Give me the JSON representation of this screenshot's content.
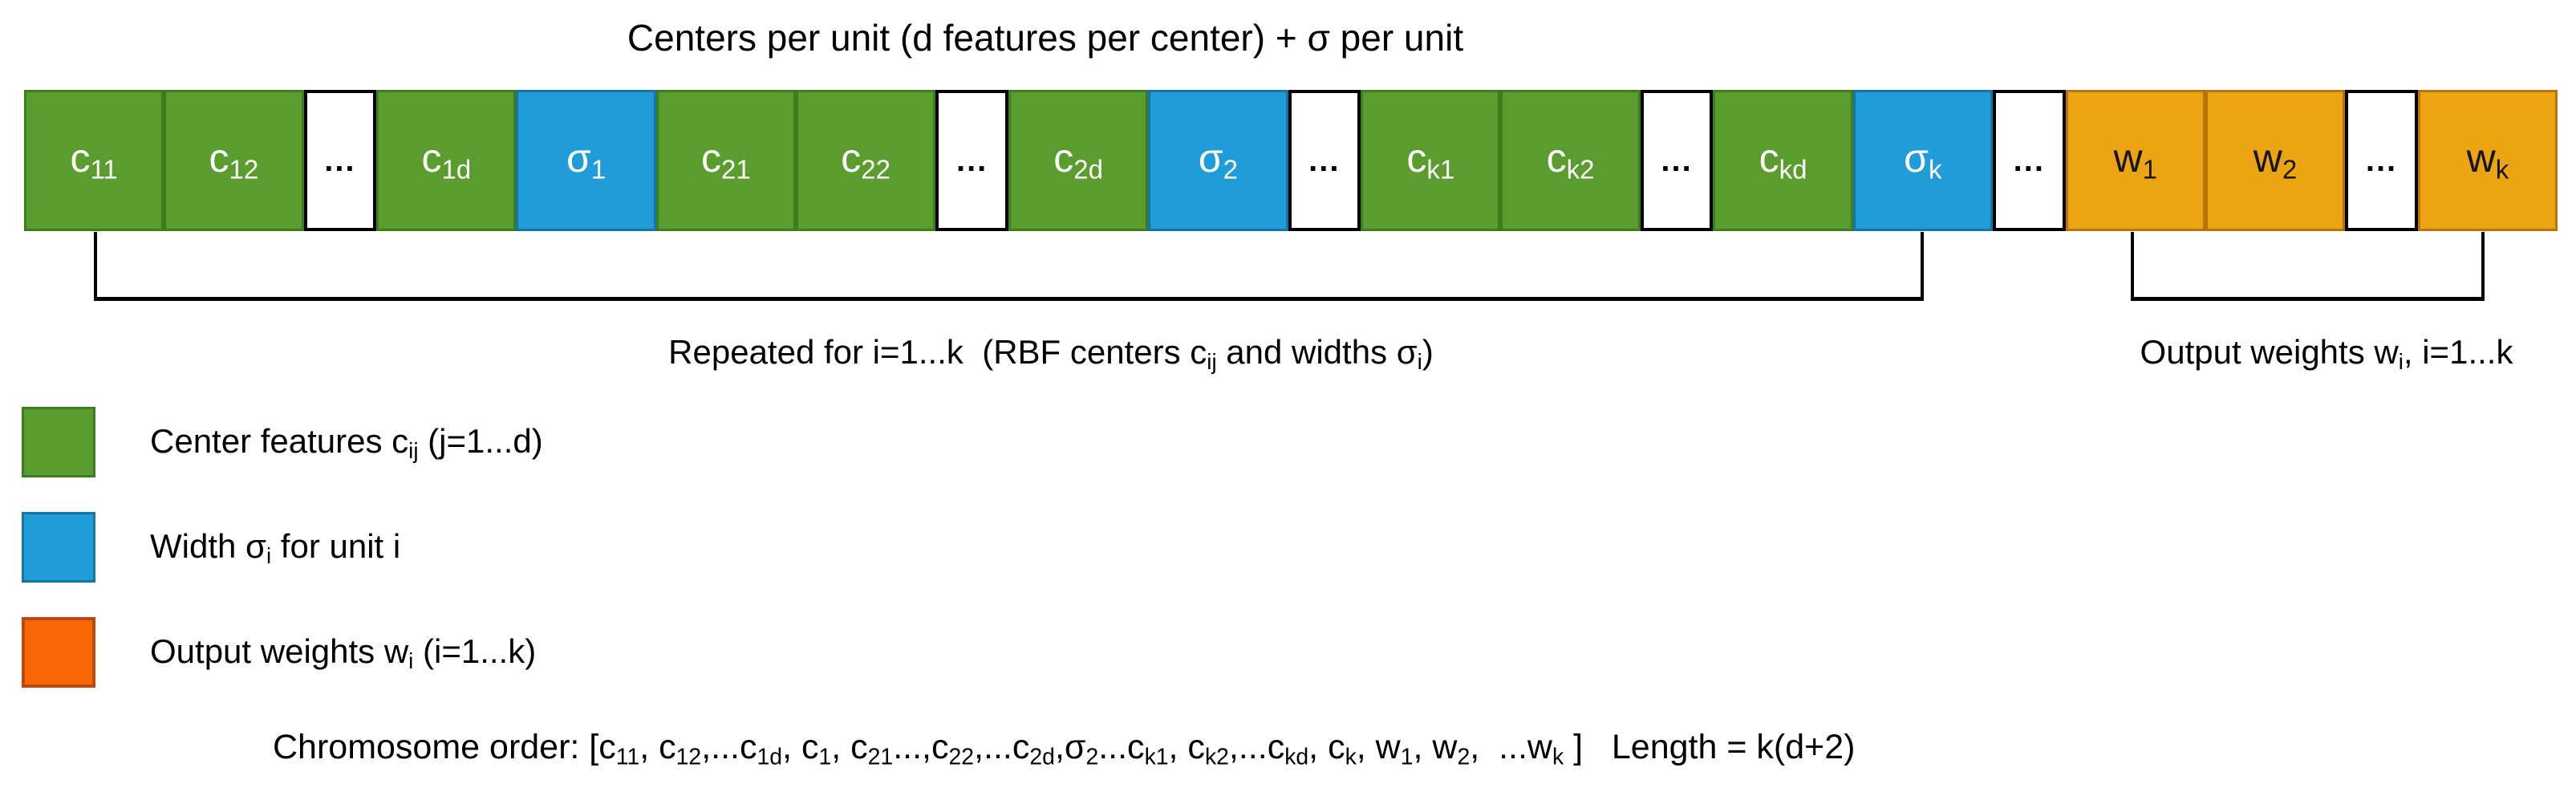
{
  "title": "Centers per unit (d features per center) + σ per unit",
  "strip": {
    "cells": [
      {
        "type": "center",
        "label": [
          {
            "t": "c",
            "s": "11"
          }
        ]
      },
      {
        "type": "center",
        "label": [
          {
            "t": "c",
            "s": "12"
          }
        ]
      },
      {
        "type": "dots",
        "label": [
          {
            "t": "..."
          }
        ]
      },
      {
        "type": "center",
        "label": [
          {
            "t": "c",
            "s": "1d"
          }
        ]
      },
      {
        "type": "sigma",
        "label": [
          {
            "t": "σ",
            "s": "1"
          }
        ]
      },
      {
        "type": "center",
        "label": [
          {
            "t": "c",
            "s": "21"
          }
        ]
      },
      {
        "type": "center",
        "label": [
          {
            "t": "c",
            "s": "22"
          }
        ]
      },
      {
        "type": "dots",
        "label": [
          {
            "t": "..."
          }
        ]
      },
      {
        "type": "center",
        "label": [
          {
            "t": "c",
            "s": "2d"
          }
        ]
      },
      {
        "type": "sigma",
        "label": [
          {
            "t": "σ",
            "s": "2"
          }
        ]
      },
      {
        "type": "dots",
        "label": [
          {
            "t": "..."
          }
        ]
      },
      {
        "type": "center",
        "label": [
          {
            "t": "c",
            "s": "k1"
          }
        ]
      },
      {
        "type": "center",
        "label": [
          {
            "t": "c",
            "s": "k2"
          }
        ]
      },
      {
        "type": "dots",
        "label": [
          {
            "t": "..."
          }
        ]
      },
      {
        "type": "center",
        "label": [
          {
            "t": "c",
            "s": "kd"
          }
        ]
      },
      {
        "type": "sigma",
        "label": [
          {
            "t": "σ",
            "s": "k"
          }
        ]
      },
      {
        "type": "dots",
        "label": [
          {
            "t": "..."
          }
        ]
      },
      {
        "type": "weight",
        "label": [
          {
            "t": "w",
            "s": "1"
          }
        ]
      },
      {
        "type": "weight",
        "label": [
          {
            "t": "w",
            "s": "2"
          }
        ]
      },
      {
        "type": "dots",
        "label": [
          {
            "t": "..."
          }
        ]
      },
      {
        "type": "weight",
        "label": [
          {
            "t": "w",
            "s": "k"
          }
        ]
      }
    ]
  },
  "annotations": {
    "repeated": [
      {
        "t": "Repeated for i=1...k  (RBF centers c"
      },
      {
        "s": "ij"
      },
      {
        "t": " and widths σ"
      },
      {
        "s": "i"
      },
      {
        "t": ")"
      }
    ],
    "output_weights": [
      {
        "t": "Output weights w"
      },
      {
        "s": "i"
      },
      {
        "t": ", i=1...k"
      }
    ]
  },
  "legend": {
    "items": [
      {
        "key": "center-features",
        "label": [
          {
            "t": "Center features c"
          },
          {
            "s": "ij"
          },
          {
            "t": " (j=1...d)"
          }
        ]
      },
      {
        "key": "width-sigma",
        "label": [
          {
            "t": "Width σ"
          },
          {
            "s": "i"
          },
          {
            "t": " for unit i"
          }
        ]
      },
      {
        "key": "output-weights",
        "label": [
          {
            "t": "Output weights w"
          },
          {
            "s": "i"
          },
          {
            "t": " (i=1...k)"
          }
        ]
      }
    ]
  },
  "chromosome_order": [
    {
      "t": "Chromosome order: [c"
    },
    {
      "s": "11"
    },
    {
      "t": ", c"
    },
    {
      "s": "12"
    },
    {
      "t": ",...c"
    },
    {
      "s": "1d"
    },
    {
      "t": ", c"
    },
    {
      "s": "1"
    },
    {
      "t": ", c"
    },
    {
      "s": "21"
    },
    {
      "t": "...,c"
    },
    {
      "s": "22"
    },
    {
      "t": ",...c"
    },
    {
      "s": "2d"
    },
    {
      "t": ",σ"
    },
    {
      "s": "2"
    },
    {
      "t": "...c"
    },
    {
      "s": "k1"
    },
    {
      "t": ", c"
    },
    {
      "s": "k2"
    },
    {
      "t": ",...c"
    },
    {
      "s": "kd"
    },
    {
      "t": ", c"
    },
    {
      "s": "k"
    },
    {
      "t": ", w"
    },
    {
      "s": "1"
    },
    {
      "t": ", w"
    },
    {
      "s": "2"
    },
    {
      "t": ",  ...w"
    },
    {
      "s": "k"
    },
    {
      "t": " ]   Length = k(d+2)"
    }
  ],
  "colors": {
    "center_green": "#5A9D2E",
    "center_green_border": "#3E7C1C",
    "sigma_blue": "#209CD8",
    "sigma_blue_border": "#1474A8",
    "weight_orange": "#EDA412",
    "weight_orange_border": "#B87409",
    "output_orange": "#F86605",
    "output_orange_border": "#C0470A",
    "line_black": "#000000"
  }
}
